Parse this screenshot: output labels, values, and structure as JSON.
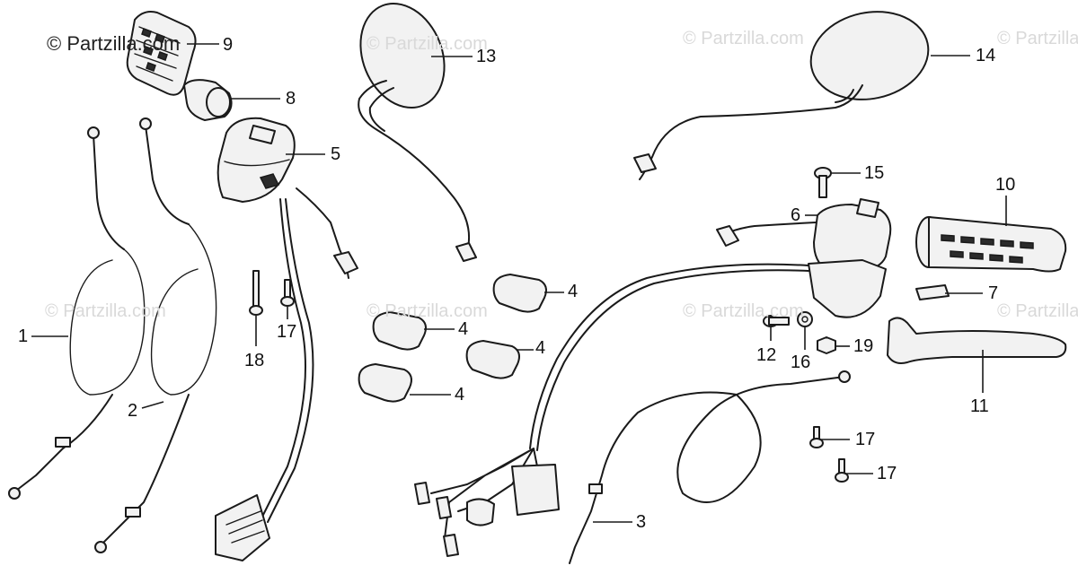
{
  "watermarks": {
    "primary": "© Partzilla.com",
    "faded": "© Partzilla.com"
  },
  "callouts": {
    "c1": "1",
    "c2": "2",
    "c3": "3",
    "c4a": "4",
    "c4b": "4",
    "c4c": "4",
    "c4d": "4",
    "c5": "5",
    "c6": "6",
    "c7": "7",
    "c8": "8",
    "c9": "9",
    "c10": "10",
    "c11": "11",
    "c12": "12",
    "c13": "13",
    "c14": "14",
    "c15": "15",
    "c16": "16",
    "c17a": "17",
    "c17b": "17",
    "c17c": "17",
    "c18": "18",
    "c19": "19"
  }
}
